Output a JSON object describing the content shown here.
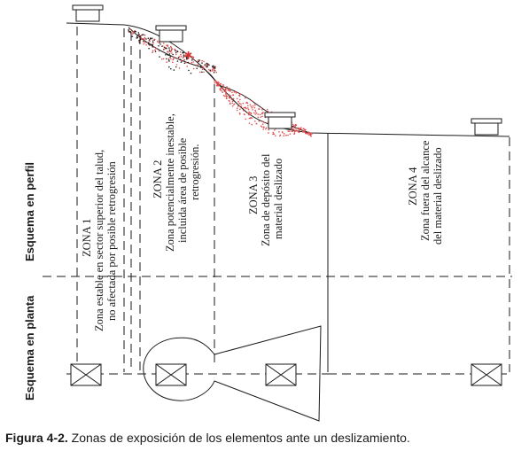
{
  "labels": {
    "perfil": "Esquema en perfil",
    "planta": "Esquema en planta"
  },
  "zones": [
    {
      "lines": [
        "ZONA 1",
        "Zona estable en sector superior del talud,",
        "no afectada por posible retrogresión"
      ]
    },
    {
      "lines": [
        "ZONA 2",
        "Zona potencialmente inestable,",
        "incluida área de posible",
        "retrogresión."
      ]
    },
    {
      "lines": [
        "ZONA 3",
        "Zona de depósito del",
        "material deslizado"
      ]
    },
    {
      "lines": [
        "ZONA 4",
        "Zona fuera del alcance",
        "del material deslizado"
      ]
    }
  ],
  "caption": {
    "prefix": "Figura 4-2.",
    "text": " Zonas de exposición de los elementos ante un deslizamiento."
  },
  "colors": {
    "line": "#1a1a1a",
    "landslide_dots": "#e05050",
    "star": "#d03030"
  }
}
